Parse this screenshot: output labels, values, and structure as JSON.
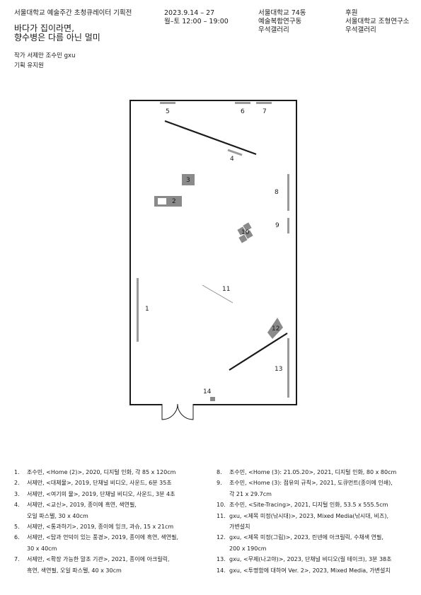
{
  "header": {
    "org_title": "서울대학교 예술주간 초청큐레이터 기획전",
    "date": "2023.9.14 – 27",
    "hours": "월–토 12:00 – 19:00",
    "venue_line1": "서울대학교 74동",
    "venue_line2": "예술복합연구동",
    "venue_line3": "우석갤러리",
    "sponsor_label": "후원",
    "sponsor_line1": "서울대학교 조형연구소",
    "sponsor_line2": "우석갤러리"
  },
  "exhibition": {
    "title_line1": "바다가 집이라면,",
    "title_line2": "향수병은 다름 아닌 멀미"
  },
  "credits": {
    "artists": "작가 서제만 조수민 gxu",
    "curator": "기획 유지원"
  },
  "floor_plan": {
    "labels": [
      "1",
      "2",
      "3",
      "4",
      "5",
      "6",
      "7",
      "8",
      "9",
      "10",
      "11",
      "12",
      "13",
      "14"
    ]
  },
  "works_left": [
    {
      "n": "1.",
      "lines": [
        "조수민, <Home (2)>, 2020, 디지털 인화, 각 85 x 120cm"
      ]
    },
    {
      "n": "2.",
      "lines": [
        "서제만, <대체물>, 2019, 단채널 비디오, 사운드, 6분 35초"
      ]
    },
    {
      "n": "3.",
      "lines": [
        "서제만, <여기의 물>, 2019, 단채널 비디오, 사운드, 3분 4초"
      ]
    },
    {
      "n": "4.",
      "lines": [
        "서제만, <교신>, 2019, 종이에 흑연, 색연필,",
        "오일 파스텔, 30 x 40cm"
      ]
    },
    {
      "n": "5.",
      "lines": [
        "서제만, <통과하기>, 2019, 종이에 잉크, 과슈, 15 x 21cm"
      ]
    },
    {
      "n": "6.",
      "lines": [
        "서제만, <탑과 언덕이 있는 풍경>, 2019, 종이에 흑연, 색연필,",
        "30 x 40cm"
      ]
    },
    {
      "n": "7.",
      "lines": [
        "서제만, <확장 가능한 말초 기관>, 2021, 종이에 아크릴릭,",
        "흑연, 색연필, 오일 파스텔, 40 x 30cm"
      ]
    }
  ],
  "works_right": [
    {
      "n": "8.",
      "lines": [
        "조수민, <Home (3): 21.05.20>, 2021, 디지털 인화, 80 x 80cm"
      ]
    },
    {
      "n": "9.",
      "lines": [
        "조수민, <Home (3): 점유의 규칙>, 2021, 도큐먼트(종이에 인쇄),",
        "각 21 x 29.7cm"
      ]
    },
    {
      "n": "10.",
      "lines": [
        "조수민, <Site-Tracing>, 2021, 디지털 인화, 53.5 x 555.5cm"
      ]
    },
    {
      "n": "11.",
      "lines": [
        "gxu, <제목 미정(낚시대)>, 2023, Mixed Media(낚시대, 비즈),",
        "가변설치"
      ]
    },
    {
      "n": "12.",
      "lines": [
        "gxu, <제목 미정(그림)>, 2023, 린넨에 아크릴릭, 수채색 연필,",
        "200 x 190cm"
      ]
    },
    {
      "n": "13.",
      "lines": [
        "gxu, <무제(나고야)>, 2023, 단채널 비디오(릴 테이크), 3분 38초"
      ]
    },
    {
      "n": "14.",
      "lines": [
        "gxu, <투명함에 대하여 Ver. 2>, 2023, Mixed Media, 가변설치"
      ]
    }
  ]
}
